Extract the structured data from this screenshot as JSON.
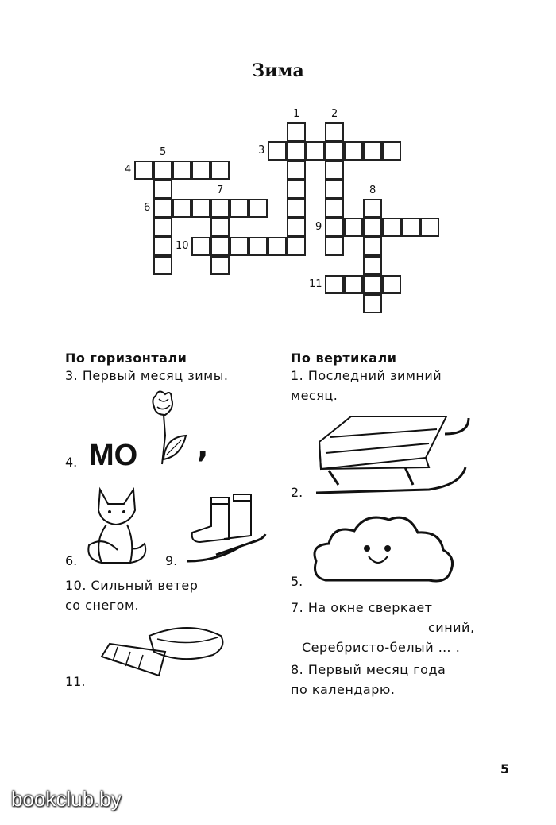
{
  "title": "Зима",
  "crossword": {
    "numbers": [
      "1",
      "2",
      "3",
      "4",
      "5",
      "6",
      "7",
      "8",
      "9",
      "10",
      "11"
    ]
  },
  "across": {
    "heading": "По горизонтали",
    "clue3": "3. Первый месяц зимы.",
    "clue4_num": "4.",
    "clue4_text": "МО",
    "clue4_comma": ",",
    "clue6_num": "6.",
    "clue9_num": "9.",
    "clue10_line1": "10. Сильный ветер",
    "clue10_line2": "со снегом.",
    "clue11_num": "11."
  },
  "down": {
    "heading": "По вертикали",
    "clue1_line1": "1. Последний зимний",
    "clue1_line2": "месяц.",
    "clue2_num": "2.",
    "clue5_num": "5.",
    "clue7_line1": "7. На окне сверкает",
    "clue7_line2": "синий,",
    "clue7_line3": "Серебристо-белый … .",
    "clue8_line1": "8. Первый месяц года",
    "clue8_line2": "по календарю."
  },
  "page_number": "5",
  "watermark": "bookclub.by"
}
